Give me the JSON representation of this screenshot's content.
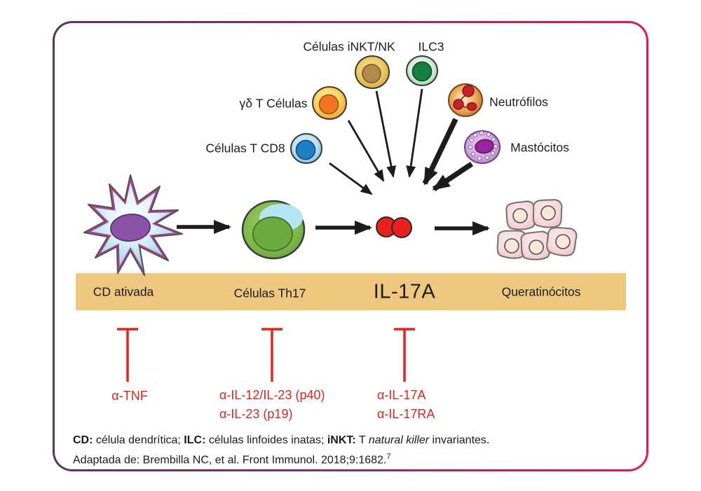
{
  "colors": {
    "frame_left": "#5e3364",
    "frame_right": "#ea155c",
    "band_bg": "#eec87f",
    "inhibitor_red": "#e8211d",
    "text": "#1c1c1c"
  },
  "top_cells": [
    {
      "id": "inkt-nk",
      "label": "Células iNKT/NK"
    },
    {
      "id": "ilc3",
      "label": "ILC3"
    },
    {
      "id": "gd-t",
      "label": "γδ T Células"
    },
    {
      "id": "cd8",
      "label": "Células T CD8"
    },
    {
      "id": "neutrophils",
      "label": "Neutrófilos"
    },
    {
      "id": "mast-cells",
      "label": "Mastócitos"
    }
  ],
  "pathway_band": {
    "steps": [
      {
        "label": "CD ativada"
      },
      {
        "label": "Células Th17"
      },
      {
        "label": "IL-17A"
      },
      {
        "label": "Queratinócitos"
      }
    ]
  },
  "inhibitors": {
    "groups": [
      {
        "labels": [
          "α-TNF"
        ]
      },
      {
        "labels": [
          "α-IL-12/IL-23 (p40)",
          "α-IL-23 (p19)"
        ]
      },
      {
        "labels": [
          "α-IL-17A",
          "α-IL-17RA"
        ]
      }
    ]
  },
  "footnote": {
    "line1_segments": [
      {
        "text": "CD:",
        "bold": true
      },
      {
        "text": " célula dendrítica; "
      },
      {
        "text": "ILC:",
        "bold": true
      },
      {
        "text": " células linfoides inatas; "
      },
      {
        "text": "iNKT:",
        "bold": true
      },
      {
        "text": " T "
      },
      {
        "text": "natural killer",
        "italic": true
      },
      {
        "text": " invariantes."
      }
    ],
    "line2_segments": [
      {
        "text": "Adaptada de: Brembilla NC, et al. Front Immunol. 2018;9:1682."
      },
      {
        "text": "7",
        "sup": true
      }
    ]
  }
}
